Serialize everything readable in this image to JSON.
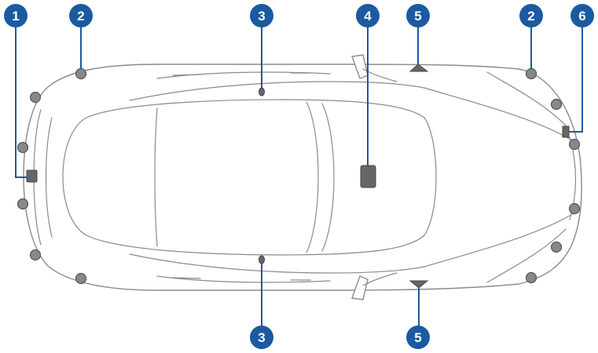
{
  "callouts": [
    {
      "id": "c1-top",
      "number": "1"
    },
    {
      "id": "c2-front",
      "number": "2"
    },
    {
      "id": "c3-top",
      "number": "3"
    },
    {
      "id": "c4",
      "number": "4"
    },
    {
      "id": "c5-top",
      "number": "5"
    },
    {
      "id": "c2-rear",
      "number": "2"
    },
    {
      "id": "c6",
      "number": "6"
    },
    {
      "id": "c3-bottom",
      "number": "3"
    },
    {
      "id": "c5-bottom",
      "number": "5"
    }
  ],
  "colors": {
    "callout": "#1a5aa0",
    "sensor": "#888888",
    "outline": "#8a8a8a"
  }
}
